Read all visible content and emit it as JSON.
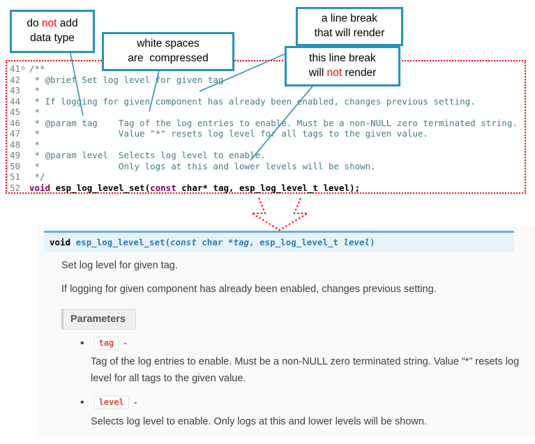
{
  "callouts": {
    "no_datatype": {
      "pre": "do ",
      "not": "not",
      "post": " add",
      "line2": "data type"
    },
    "whitespace": {
      "line1": "white spaces",
      "line2": "are  compressed"
    },
    "break_render": {
      "line1": "a line break",
      "line2": "that will render"
    },
    "break_no_render": {
      "line1": "this line break",
      "pre": "will ",
      "not": "not",
      "post": " render"
    }
  },
  "code": {
    "fold_icon": "⊖",
    "lines": [
      {
        "num": "41",
        "text": "/**"
      },
      {
        "num": "42",
        "text": " * @brief Set log level for given tag"
      },
      {
        "num": "43",
        "text": " *"
      },
      {
        "num": "44",
        "text": " * If logging for given component has already been enabled, changes previous setting."
      },
      {
        "num": "45",
        "text": " *"
      },
      {
        "num": "46",
        "text": " * @param tag    Tag of the log entries to enable. Must be a non-NULL zero terminated string."
      },
      {
        "num": "47",
        "text": " *               Value \"*\" resets log level for all tags to the given value."
      },
      {
        "num": "48",
        "text": " *"
      },
      {
        "num": "49",
        "text": " * @param level  Selects log level to enable."
      },
      {
        "num": "50",
        "text": " *               Only logs at this and lower levels will be shown."
      },
      {
        "num": "51",
        "text": " */"
      }
    ],
    "decl": {
      "num": "52",
      "kw_void": "void",
      "name_open": " esp_log_level_set(",
      "kw_const": "const",
      "rest": " char* tag, esp_log_level_t level);"
    }
  },
  "doc": {
    "signature": {
      "ret": "void ",
      "name": "esp_log_level_set",
      "open": "(",
      "const_kw": "const",
      "mid1": " char *",
      "param1": "tag",
      "mid2": ", esp_log_level_t ",
      "param2": "level",
      "close": ")"
    },
    "brief": "Set log level for given tag.",
    "description": "If logging for given component has already been enabled, changes previous setting.",
    "parameters_label": "Parameters",
    "bullet": "•",
    "params": [
      {
        "name": "tag",
        "dash": "-",
        "desc": "Tag of the log entries to enable. Must be a non-NULL zero terminated string. Value “*” resets log level for all tags to the given value."
      },
      {
        "name": "level",
        "dash": "-",
        "desc": "Selects log level to enable. Only logs at this and lower levels will be shown."
      }
    ]
  },
  "colors": {
    "callout_border": "#2796b6",
    "annotation_red": "#ff0000",
    "dotted_border": "#fb0006",
    "code_comment": "#457f85",
    "code_keyword": "#7f0055",
    "sig_bg": "#e7f2fa",
    "sig_border": "#6ab0de",
    "sig_text": "#2980b9",
    "param_name": "#e74c3c"
  }
}
